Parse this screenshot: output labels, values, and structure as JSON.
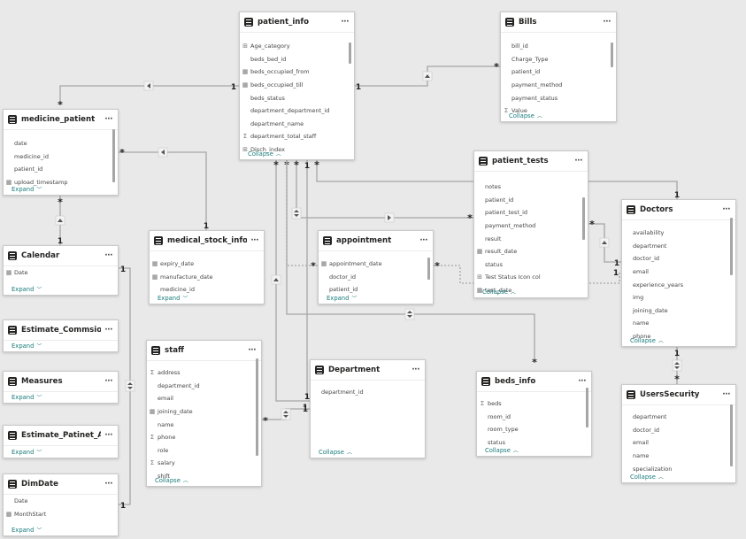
{
  "tables": {
    "patient_info": {
      "title": "patient_info",
      "menu": "···",
      "footer": "Collapse",
      "fields": [
        {
          "name": "Age_category",
          "icon": "hierarchy-icon"
        },
        {
          "name": "beds_bed_id",
          "icon": ""
        },
        {
          "name": "beds_occupied_from",
          "icon": "calendar-icon"
        },
        {
          "name": "beds_occupied_till",
          "icon": "calendar-icon"
        },
        {
          "name": "beds_status",
          "icon": ""
        },
        {
          "name": "department_department_id",
          "icon": ""
        },
        {
          "name": "department_name",
          "icon": ""
        },
        {
          "name": "department_total_staff",
          "icon": "sigma-icon"
        },
        {
          "name": "Disch_index",
          "icon": "hierarchy-icon"
        }
      ]
    },
    "Bills": {
      "title": "Bills",
      "menu": "···",
      "footer": "Collapse",
      "fields": [
        {
          "name": "bill_id",
          "icon": ""
        },
        {
          "name": "Charge_Type",
          "icon": ""
        },
        {
          "name": "patient_id",
          "icon": ""
        },
        {
          "name": "payment_method",
          "icon": ""
        },
        {
          "name": "payment_status",
          "icon": ""
        },
        {
          "name": "Value",
          "icon": "sigma-icon"
        }
      ]
    },
    "medicine_patient": {
      "title": "medicine_patient",
      "menu": "···",
      "footer": "Expand",
      "fields": [
        {
          "name": "date",
          "icon": ""
        },
        {
          "name": "medicine_id",
          "icon": ""
        },
        {
          "name": "patient_id",
          "icon": ""
        },
        {
          "name": "upload_timestamp",
          "icon": "calendar-icon"
        }
      ]
    },
    "patient_tests": {
      "title": "patient_tests",
      "menu": "···",
      "footer": "Collapse",
      "fields": [
        {
          "name": "notes",
          "icon": ""
        },
        {
          "name": "patient_id",
          "icon": ""
        },
        {
          "name": "patient_test_id",
          "icon": ""
        },
        {
          "name": "payment_method",
          "icon": ""
        },
        {
          "name": "result",
          "icon": ""
        },
        {
          "name": "result_date",
          "icon": "calendar-icon"
        },
        {
          "name": "status",
          "icon": ""
        },
        {
          "name": "Test Status Icon col",
          "icon": "hierarchy-icon"
        },
        {
          "name": "test_date",
          "icon": "calendar-icon"
        }
      ]
    },
    "Doctors": {
      "title": "Doctors",
      "menu": "···",
      "footer": "Collapse",
      "fields": [
        {
          "name": "availability",
          "icon": ""
        },
        {
          "name": "department",
          "icon": ""
        },
        {
          "name": "doctor_id",
          "icon": ""
        },
        {
          "name": "email",
          "icon": ""
        },
        {
          "name": "experience_years",
          "icon": ""
        },
        {
          "name": "img",
          "icon": ""
        },
        {
          "name": "joining_date",
          "icon": ""
        },
        {
          "name": "name",
          "icon": ""
        },
        {
          "name": "phone",
          "icon": ""
        }
      ]
    },
    "Calendar": {
      "title": "Calendar",
      "menu": "···",
      "footer": "Expand",
      "fields": [
        {
          "name": "Date",
          "icon": "calendar-icon"
        }
      ]
    },
    "medical_stock_info": {
      "title": "medical_stock_info",
      "menu": "···",
      "footer": "Expand",
      "fields": [
        {
          "name": "expiry_date",
          "icon": "calendar-icon"
        },
        {
          "name": "manufacture_date",
          "icon": "calendar-icon"
        },
        {
          "name": "medicine_id",
          "icon": ""
        }
      ]
    },
    "appointment": {
      "title": "appointment",
      "menu": "···",
      "footer": "Expand",
      "fields": [
        {
          "name": "appointment_date",
          "icon": "calendar-icon"
        },
        {
          "name": "doctor_id",
          "icon": ""
        },
        {
          "name": "patient_id",
          "icon": ""
        }
      ]
    },
    "Estimate_Commsion_Rate": {
      "title": "Estimate_Commsion_Rate",
      "menu": "···",
      "footer": "Expand",
      "fields": []
    },
    "Measures": {
      "title": "Measures",
      "menu": "···",
      "footer": "Expand",
      "fields": []
    },
    "Estimate_Patinet_Amount": {
      "title": "Estimate_Patinet_Amount",
      "menu": "···",
      "footer": "Expand",
      "fields": []
    },
    "DimDate": {
      "title": "DimDate",
      "menu": "···",
      "footer": "Expand",
      "fields": [
        {
          "name": "Date",
          "icon": ""
        },
        {
          "name": "MonthStart",
          "icon": "calendar-icon"
        }
      ]
    },
    "staff": {
      "title": "staff",
      "menu": "···",
      "footer": "Collapse",
      "fields": [
        {
          "name": "address",
          "icon": "sigma-icon"
        },
        {
          "name": "department_id",
          "icon": ""
        },
        {
          "name": "email",
          "icon": ""
        },
        {
          "name": "joining_date",
          "icon": "calendar-icon"
        },
        {
          "name": "name",
          "icon": ""
        },
        {
          "name": "phone",
          "icon": "sigma-icon"
        },
        {
          "name": "role",
          "icon": ""
        },
        {
          "name": "salary",
          "icon": "sigma-icon"
        },
        {
          "name": "shift",
          "icon": ""
        }
      ]
    },
    "Department": {
      "title": "Department",
      "menu": "···",
      "footer": "Collapse",
      "fields": [
        {
          "name": "department_id",
          "icon": ""
        }
      ]
    },
    "beds_info": {
      "title": "beds_info",
      "menu": "···",
      "footer": "Collapse",
      "fields": [
        {
          "name": "beds",
          "icon": "sigma-icon"
        },
        {
          "name": "room_id",
          "icon": ""
        },
        {
          "name": "room_type",
          "icon": ""
        },
        {
          "name": "status",
          "icon": ""
        }
      ]
    },
    "UsersSecurity": {
      "title": "UsersSecurity",
      "menu": "···",
      "footer": "Collapse",
      "fields": [
        {
          "name": "department",
          "icon": ""
        },
        {
          "name": "doctor_id",
          "icon": ""
        },
        {
          "name": "email",
          "icon": ""
        },
        {
          "name": "name",
          "icon": ""
        },
        {
          "name": "specialization",
          "icon": ""
        }
      ]
    }
  },
  "cardinality": {
    "one": "1",
    "many": "*"
  },
  "colors": {
    "canvas": "#e9e9e9",
    "line": "#a6a6a6",
    "accent": "#197a7a",
    "header_icon": "#252423"
  }
}
